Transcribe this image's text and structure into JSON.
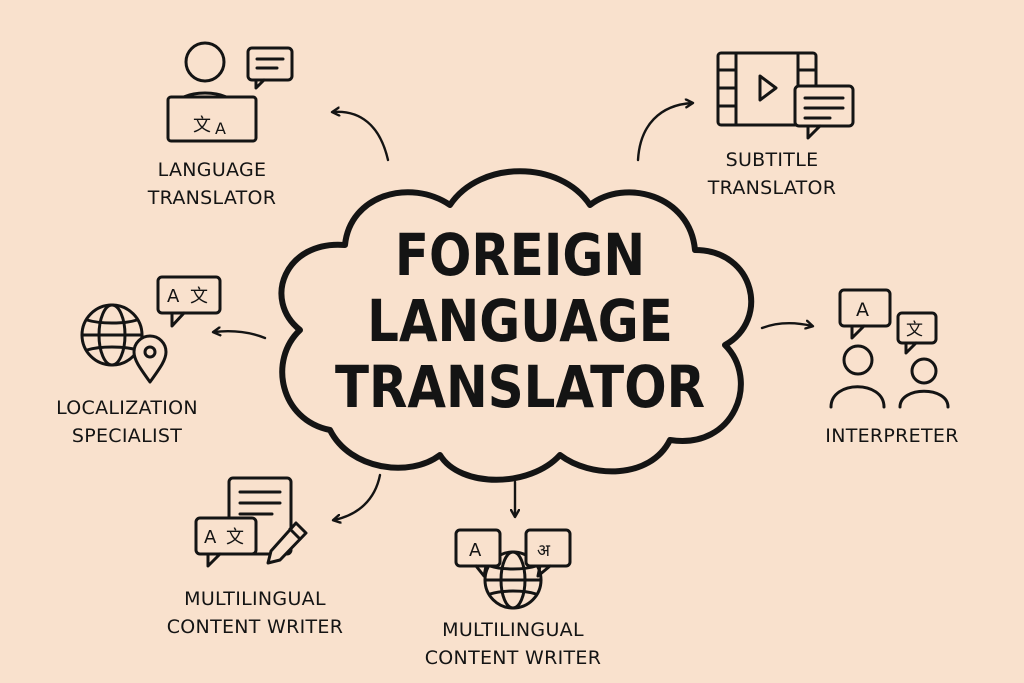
{
  "center": {
    "lines": [
      "FOREIGN",
      "LANGUAGE",
      "TRANSLATOR"
    ]
  },
  "roles": {
    "language_translator": {
      "line1": "LANGUAGE",
      "line2": "TRANSLATOR",
      "icon": "person-laptop-translate-icon"
    },
    "subtitle_translator": {
      "line1": "SUBTITLE",
      "line2": "TRANSLATOR",
      "icon": "film-subtitle-icon"
    },
    "localization_specialist": {
      "line1": "LOCALIZATION",
      "line2": "SPECIALIST",
      "icon": "globe-pin-icon"
    },
    "interpreter": {
      "line1": "INTERPRETER",
      "icon": "two-people-speech-icon"
    },
    "multilingual_content_writer_left": {
      "line1": "MULTILINGUAL",
      "line2": "CONTENT WRITER",
      "icon": "document-pen-icon"
    },
    "multilingual_content_writer_bottom": {
      "line1": "MULTILINGUAL",
      "line2": "CONTENT WRITER",
      "icon": "globe-speech-icon"
    }
  },
  "glyphs": {
    "latin_a": "A",
    "chinese_wen": "文",
    "hindi": "अ"
  },
  "colors": {
    "background": "#f9e1cd",
    "ink": "#141414"
  }
}
